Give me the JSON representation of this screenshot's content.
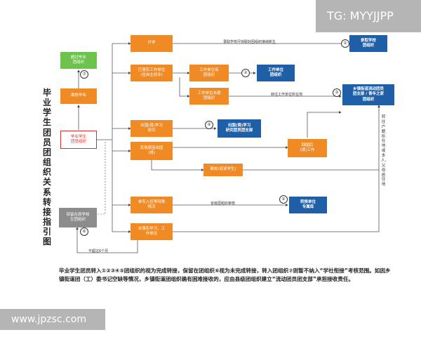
{
  "watermarks": {
    "top_right": "TG: MYYJJPP",
    "bottom_left": "www.jpzsc.com"
  },
  "title": "毕业学生团员团组织关系转接指引图",
  "nodes": {
    "start": "毕业学生\n团员组织",
    "graduating": "离校毕业",
    "old_grad": "超过毕业\n团组织",
    "further_study": "升学",
    "employed": "已落实工作单位\n(含自主创业)",
    "unit_has_league": "工作单位有\n团组织",
    "unit_no_league": "工作单位未建\n团组织",
    "study_abroad": "出国(境)学习\n研究",
    "other_abroad": "其他原因出国\n(境)",
    "back_home": "回国后\n(境)工作",
    "leave_school": "离校(就读学生)",
    "enlist": "参军入伍等特殊\n情况",
    "unemployed": "未落实学习、工\n作单位",
    "keep_school": "保留在原学校\n生团组织"
  },
  "targets": {
    "t1": "录取学校\n团组织",
    "t2": "工作单位\n团组织",
    "t3": "乡镇街道流动团员\n团支部 / 青年之家\n团组织",
    "t4": "出国(境)学习\n研究团员团支部",
    "t5": "转换单位\n专属库"
  },
  "edge_labels": {
    "e1": "录取学校尽快联好团组织接纳新生",
    "e2": "转往工作单位所在地",
    "e3": "省级团组织审核",
    "e4": "不超过6个月",
    "side": "转往户籍所在地或本人、父母居住地"
  },
  "numbers": [
    "①",
    "②",
    "③",
    "④",
    "⑤",
    "⑥",
    "⑦"
  ],
  "footnote": "毕业学生团员转入①②③④⑤团组织的视为完成转接，保留在团组织⑥视为未完成转接，转入团组织⑦则暂不纳入“学社衔接”考核范围。如因乡镇街道团（工）委书记空缺等情况，乡镇街道团组织确有困难接收的，应由县级团组织建立“流动团员团支部”承担接收责任。",
  "colors": {
    "orange": "#f08a24",
    "blue": "#1f5fa8",
    "green": "#6cc24a",
    "gray": "#8c8c8c",
    "start_border": "#d03030"
  }
}
